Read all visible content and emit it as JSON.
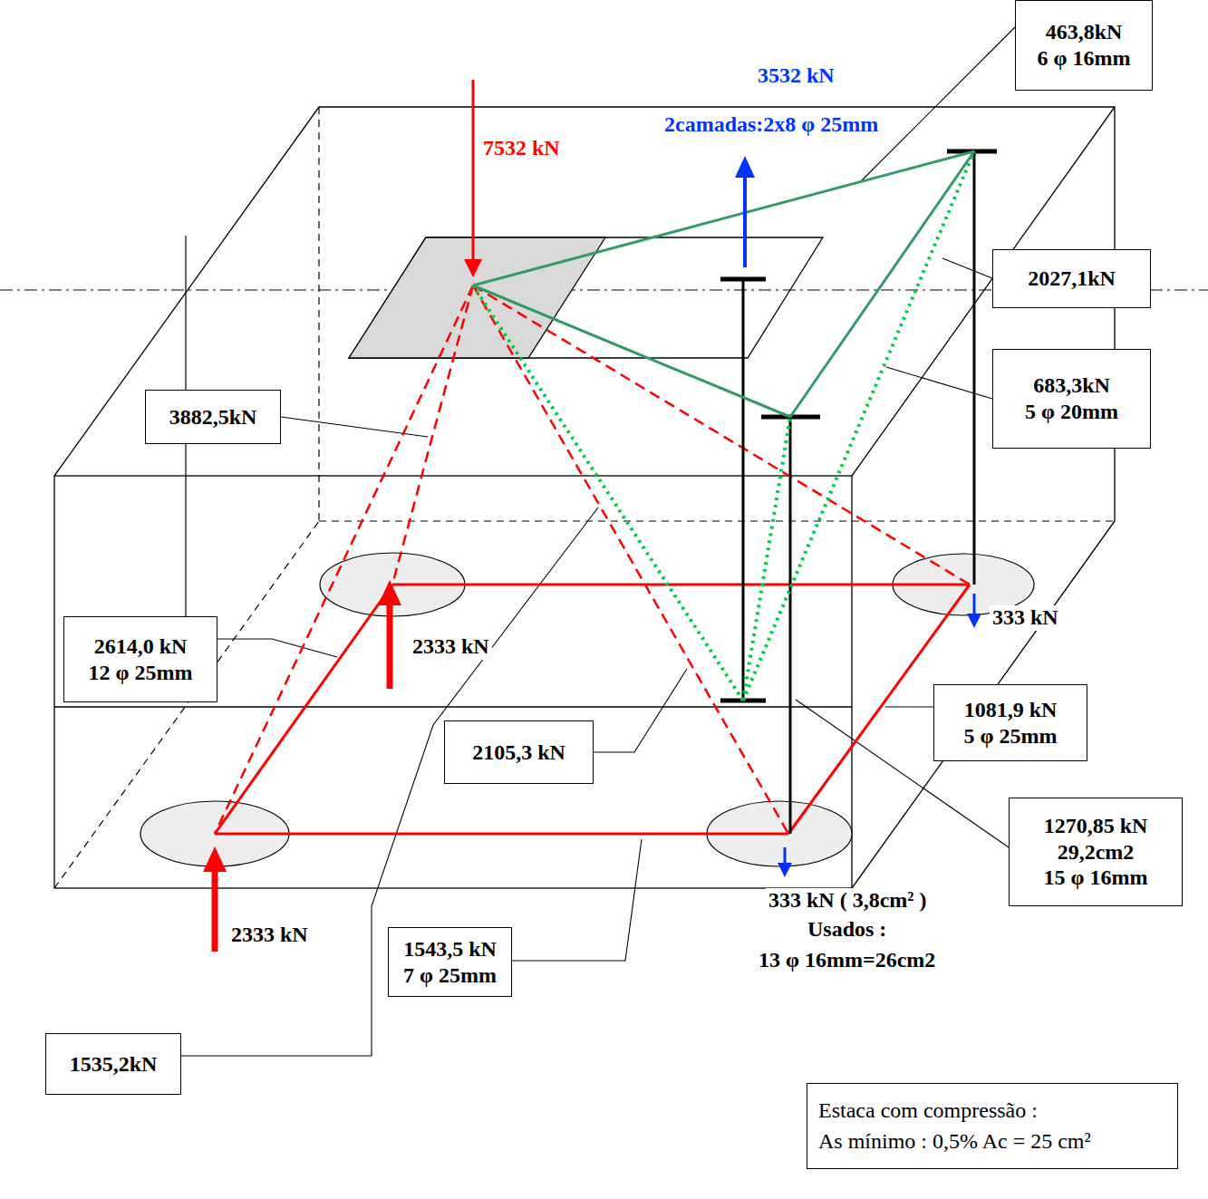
{
  "diagram": {
    "nodes": [
      {
        "text": [
          "463,8kN",
          "6 φ 16mm"
        ]
      },
      {
        "text": [
          "2027,1kN"
        ]
      },
      {
        "text": [
          "683,3kN",
          "5 φ 20mm"
        ]
      },
      {
        "text": [
          "3882,5kN"
        ]
      },
      {
        "text": [
          "2614,0 kN",
          "12 φ 25mm"
        ]
      },
      {
        "text": [
          "2105,3 kN"
        ]
      },
      {
        "text": [
          "1081,9 kN",
          "5 φ 25mm"
        ]
      },
      {
        "text": [
          "1270,85 kN",
          "29,2cm2",
          "15 φ 16mm"
        ]
      },
      {
        "text": [
          "1543,5 kN",
          "7 φ 25mm"
        ]
      },
      {
        "text": [
          "1535,2kN"
        ]
      },
      {
        "text": [
          "Estaca com compressão :",
          "As mínimo : 0,5% Ac = 25 cm²"
        ]
      }
    ],
    "labels": [
      "7532 kN",
      "3532 kN",
      "2camadas:2x8 φ 25mm",
      "2333 kN",
      "2333 kN",
      "333 kN",
      "333 kN ( 3,8cm² )",
      "Usados :",
      "13 φ 16mm=26cm2"
    ]
  }
}
